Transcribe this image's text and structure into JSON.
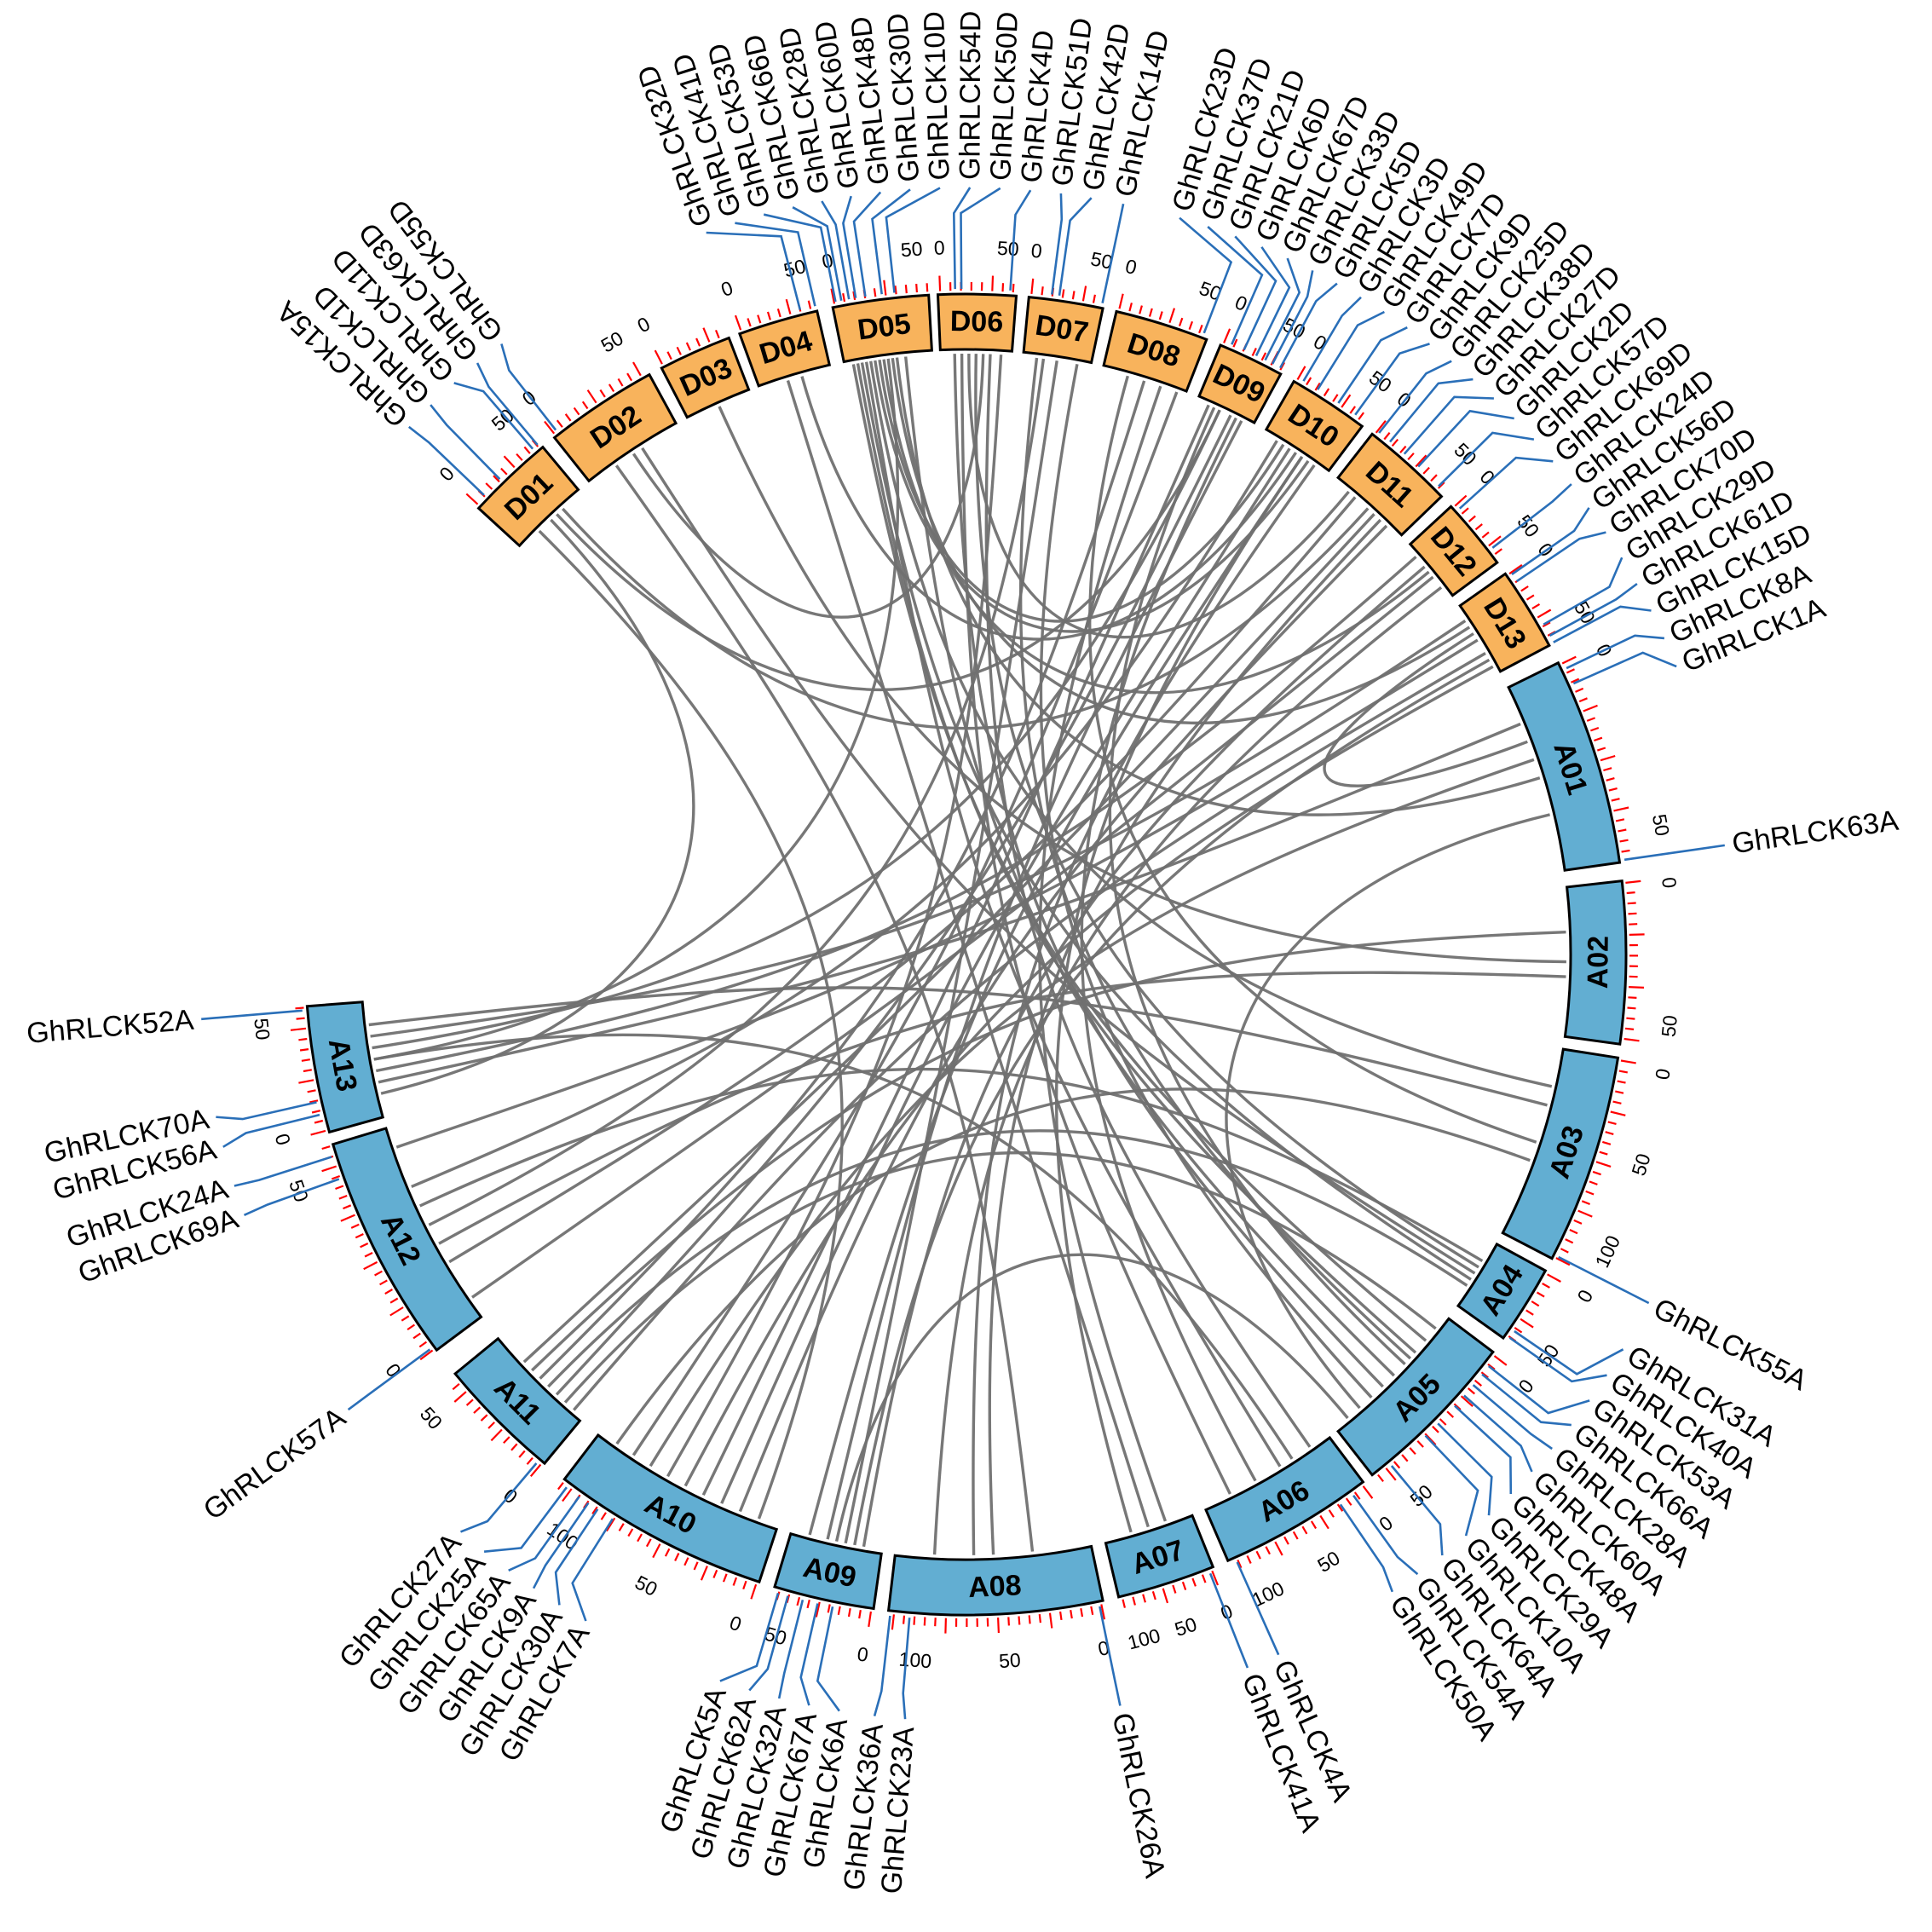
{
  "colors": {
    "a_chromosome": "#62aed2",
    "d_chromosome": "#f8b35c",
    "tick": "#ff0000",
    "gene_line": "#2a6fb8",
    "link": "#707070",
    "outline": "#000000"
  },
  "chromosomes": [
    {
      "id": "D01",
      "label": "D01",
      "genome": "D",
      "ticks": [
        "0",
        "50"
      ]
    },
    {
      "id": "D02",
      "label": "D02",
      "genome": "D",
      "ticks": [
        "0",
        "50"
      ]
    },
    {
      "id": "D03",
      "label": "D03",
      "genome": "D",
      "ticks": [
        "0"
      ]
    },
    {
      "id": "D04",
      "label": "D04",
      "genome": "D",
      "ticks": [
        "0",
        "50"
      ]
    },
    {
      "id": "D05",
      "label": "D05",
      "genome": "D",
      "ticks": [
        "0",
        "50"
      ]
    },
    {
      "id": "D06",
      "label": "D06",
      "genome": "D",
      "ticks": [
        "0",
        "50"
      ]
    },
    {
      "id": "D07",
      "label": "D07",
      "genome": "D",
      "ticks": [
        "0",
        "50"
      ]
    },
    {
      "id": "D08",
      "label": "D08",
      "genome": "D",
      "ticks": [
        "0",
        "50"
      ]
    },
    {
      "id": "D09",
      "label": "D09",
      "genome": "D",
      "ticks": [
        "0",
        "50"
      ]
    },
    {
      "id": "D10",
      "label": "D10",
      "genome": "D",
      "ticks": [
        "0",
        "50"
      ]
    },
    {
      "id": "D11",
      "label": "D11",
      "genome": "D",
      "ticks": [
        "0",
        "50"
      ]
    },
    {
      "id": "D12",
      "label": "D12",
      "genome": "D",
      "ticks": [
        "0",
        "50"
      ]
    },
    {
      "id": "D13",
      "label": "D13",
      "genome": "D",
      "ticks": [
        "0",
        "50"
      ]
    },
    {
      "id": "A01",
      "label": "A01",
      "genome": "A",
      "ticks": [
        "0",
        "50"
      ]
    },
    {
      "id": "A02",
      "label": "A02",
      "genome": "A",
      "ticks": [
        "0",
        "50"
      ]
    },
    {
      "id": "A03",
      "label": "A03",
      "genome": "A",
      "ticks": [
        "0",
        "50",
        "100"
      ]
    },
    {
      "id": "A04",
      "label": "A04",
      "genome": "A",
      "ticks": [
        "0",
        "50"
      ]
    },
    {
      "id": "A05",
      "label": "A05",
      "genome": "A",
      "ticks": [
        "0",
        "50"
      ]
    },
    {
      "id": "A06",
      "label": "A06",
      "genome": "A",
      "ticks": [
        "0",
        "50",
        "100"
      ]
    },
    {
      "id": "A07",
      "label": "A07",
      "genome": "A",
      "ticks": [
        "0",
        "50",
        "100"
      ]
    },
    {
      "id": "A08",
      "label": "A08",
      "genome": "A",
      "ticks": [
        "0",
        "50",
        "100"
      ]
    },
    {
      "id": "A09",
      "label": "A09",
      "genome": "A",
      "ticks": [
        "0",
        "50"
      ]
    },
    {
      "id": "A10",
      "label": "A10",
      "genome": "A",
      "ticks": [
        "0",
        "50",
        "100"
      ]
    },
    {
      "id": "A11",
      "label": "A11",
      "genome": "A",
      "ticks": [
        "0",
        "50"
      ]
    },
    {
      "id": "A12",
      "label": "A12",
      "genome": "A",
      "ticks": [
        "0",
        "50"
      ]
    },
    {
      "id": "A13",
      "label": "A13",
      "genome": "A",
      "ticks": [
        "0",
        "50"
      ]
    }
  ],
  "genes": [
    {
      "name": "GhRLCK55D",
      "chr": "D02",
      "pos": 0.05
    },
    {
      "name": "GhRLCK63D",
      "chr": "D01",
      "pos": 0.97
    },
    {
      "name": "GhRLCK11D",
      "chr": "D01",
      "pos": 0.9
    },
    {
      "name": "GhRLCK1D",
      "chr": "D01",
      "pos": 0.4
    },
    {
      "name": "GhRLCK15A",
      "chr": "D01",
      "pos": 0.15
    },
    {
      "name": "GhRLCK52A",
      "chr": "A13",
      "pos": 0.97
    },
    {
      "name": "GhRLCK70A",
      "chr": "A13",
      "pos": 0.25
    },
    {
      "name": "GhRLCK56A",
      "chr": "A13",
      "pos": 0.15
    },
    {
      "name": "GhRLCK24A",
      "chr": "A12",
      "pos": 0.95
    },
    {
      "name": "GhRLCK69A",
      "chr": "A12",
      "pos": 0.85
    },
    {
      "name": "GhRLCK57A",
      "chr": "A12",
      "pos": 0.02
    },
    {
      "name": "GhRLCK27A",
      "chr": "A11",
      "pos": 0.05
    },
    {
      "name": "GhRLCK25A",
      "chr": "A10",
      "pos": 0.97
    },
    {
      "name": "GhRLCK65A",
      "chr": "A10",
      "pos": 0.9
    },
    {
      "name": "GhRLCK9A",
      "chr": "A10",
      "pos": 0.85
    },
    {
      "name": "GhRLCK30A",
      "chr": "A10",
      "pos": 0.8
    },
    {
      "name": "GhRLCK7A",
      "chr": "A10",
      "pos": 0.72
    },
    {
      "name": "GhRLCK5A",
      "chr": "A09",
      "pos": 0.95
    },
    {
      "name": "GhRLCK62A",
      "chr": "A09",
      "pos": 0.85
    },
    {
      "name": "GhRLCK32A",
      "chr": "A09",
      "pos": 0.7
    },
    {
      "name": "GhRLCK67A",
      "chr": "A09",
      "pos": 0.55
    },
    {
      "name": "GhRLCK6A",
      "chr": "A09",
      "pos": 0.4
    },
    {
      "name": "GhRLCK36A",
      "chr": "A08",
      "pos": 0.99
    },
    {
      "name": "GhRLCK23A",
      "chr": "A08",
      "pos": 0.9
    },
    {
      "name": "GhRLCK26A",
      "chr": "A08",
      "pos": 0.02
    },
    {
      "name": "GhRLCK41A",
      "chr": "A07",
      "pos": 0.05
    },
    {
      "name": "GhRLCK4A",
      "chr": "A06",
      "pos": 0.95
    },
    {
      "name": "GhRLCK50A",
      "chr": "A06",
      "pos": 0.2
    },
    {
      "name": "GhRLCK54A",
      "chr": "A06",
      "pos": 0.1
    },
    {
      "name": "GhRLCK64A",
      "chr": "A05",
      "pos": 0.88
    },
    {
      "name": "GhRLCK10A",
      "chr": "A05",
      "pos": 0.62
    },
    {
      "name": "GhRLCK29A",
      "chr": "A05",
      "pos": 0.52
    },
    {
      "name": "GhRLCK48A",
      "chr": "A05",
      "pos": 0.38
    },
    {
      "name": "GhRLCK60A",
      "chr": "A05",
      "pos": 0.3
    },
    {
      "name": "GhRLCK28A",
      "chr": "A05",
      "pos": 0.22
    },
    {
      "name": "GhRLCK66A",
      "chr": "A05",
      "pos": 0.14
    },
    {
      "name": "GhRLCK53A",
      "chr": "A05",
      "pos": 0.08
    },
    {
      "name": "GhRLCK40A",
      "chr": "A04",
      "pos": 0.95
    },
    {
      "name": "GhRLCK31A",
      "chr": "A04",
      "pos": 0.85
    },
    {
      "name": "GhRLCK55A",
      "chr": "A03",
      "pos": 0.98
    },
    {
      "name": "GhRLCK63A",
      "chr": "A01",
      "pos": 0.99
    },
    {
      "name": "GhRLCK1A",
      "chr": "A01",
      "pos": 0.12
    },
    {
      "name": "GhRLCK8A",
      "chr": "A01",
      "pos": 0.04
    },
    {
      "name": "GhRLCK15D",
      "chr": "D13",
      "pos": 0.99
    },
    {
      "name": "GhRLCK61D",
      "chr": "D13",
      "pos": 0.9
    },
    {
      "name": "GhRLCK29D",
      "chr": "D13",
      "pos": 0.75
    },
    {
      "name": "GhRLCK70D",
      "chr": "D13",
      "pos": 0.15
    },
    {
      "name": "GhRLCK56D",
      "chr": "D13",
      "pos": 0.05
    },
    {
      "name": "GhRLCK24D",
      "chr": "D12",
      "pos": 0.8
    },
    {
      "name": "GhRLCK69D",
      "chr": "D12",
      "pos": 0.1
    },
    {
      "name": "GhRLCK57D",
      "chr": "D11",
      "pos": 0.9
    },
    {
      "name": "GhRLCK2D",
      "chr": "D11",
      "pos": 0.6
    },
    {
      "name": "GhRLCK27D",
      "chr": "D11",
      "pos": 0.4
    },
    {
      "name": "GhRLCK38D",
      "chr": "D11",
      "pos": 0.2
    },
    {
      "name": "GhRLCK25D",
      "chr": "D11",
      "pos": 0.05
    },
    {
      "name": "GhRLCK9D",
      "chr": "D10",
      "pos": 0.85
    },
    {
      "name": "GhRLCK7D",
      "chr": "D10",
      "pos": 0.6
    },
    {
      "name": "GhRLCK49D",
      "chr": "D10",
      "pos": 0.3
    },
    {
      "name": "GhRLCK3D",
      "chr": "D10",
      "pos": 0.1
    },
    {
      "name": "GhRLCK5D",
      "chr": "D09",
      "pos": 0.95
    },
    {
      "name": "GhRLCK33D",
      "chr": "D09",
      "pos": 0.82
    },
    {
      "name": "GhRLCK67D",
      "chr": "D09",
      "pos": 0.7
    },
    {
      "name": "GhRLCK6D",
      "chr": "D09",
      "pos": 0.55
    },
    {
      "name": "GhRLCK21D",
      "chr": "D09",
      "pos": 0.35
    },
    {
      "name": "GhRLCK37D",
      "chr": "D09",
      "pos": 0.15
    },
    {
      "name": "GhRLCK23D",
      "chr": "D08",
      "pos": 0.95
    },
    {
      "name": "GhRLCK14D",
      "chr": "D07",
      "pos": 0.98
    },
    {
      "name": "GhRLCK42D",
      "chr": "D07",
      "pos": 0.4
    },
    {
      "name": "GhRLCK51D",
      "chr": "D07",
      "pos": 0.3
    },
    {
      "name": "GhRLCK4D",
      "chr": "D06",
      "pos": 0.92
    },
    {
      "name": "GhRLCK50D",
      "chr": "D06",
      "pos": 0.3
    },
    {
      "name": "GhRLCK54D",
      "chr": "D06",
      "pos": 0.22
    },
    {
      "name": "GhRLCK10D",
      "chr": "D05",
      "pos": 0.65
    },
    {
      "name": "GhRLCK30D",
      "chr": "D05",
      "pos": 0.52
    },
    {
      "name": "GhRLCK48D",
      "chr": "D05",
      "pos": 0.35
    },
    {
      "name": "GhRLCK60D",
      "chr": "D05",
      "pos": 0.25
    },
    {
      "name": "GhRLCK28D",
      "chr": "D05",
      "pos": 0.18
    },
    {
      "name": "GhRLCK66D",
      "chr": "D05",
      "pos": 0.1
    },
    {
      "name": "GhRLCK53D",
      "chr": "D05",
      "pos": 0.04
    },
    {
      "name": "GhRLCK41D",
      "chr": "D04",
      "pos": 0.99
    },
    {
      "name": "GhRLCK32D",
      "chr": "D04",
      "pos": 0.8
    }
  ],
  "links": [
    [
      "D01",
      0.5,
      "A13",
      0.2
    ],
    [
      "D01",
      0.6,
      "D09",
      0.4
    ],
    [
      "D01",
      0.7,
      "D11",
      0.5
    ],
    [
      "D02",
      0.3,
      "A08",
      0.3
    ],
    [
      "D02",
      0.5,
      "D06",
      0.6
    ],
    [
      "D04",
      0.4,
      "A07",
      0.5
    ],
    [
      "D05",
      0.1,
      "A05",
      0.2
    ],
    [
      "D05",
      0.15,
      "A05",
      0.3
    ],
    [
      "D05",
      0.2,
      "A04",
      0.6
    ],
    [
      "D05",
      0.3,
      "A03",
      0.2
    ],
    [
      "D05",
      0.4,
      "D10",
      0.3
    ],
    [
      "D05",
      0.45,
      "D12",
      0.5
    ],
    [
      "D05",
      0.55,
      "D13",
      0.3
    ],
    [
      "D05",
      0.6,
      "A01",
      0.5
    ],
    [
      "D05",
      0.7,
      "A05",
      0.5
    ],
    [
      "D05",
      0.25,
      "A06",
      0.4
    ],
    [
      "D05",
      0.35,
      "D10",
      0.7
    ],
    [
      "D05",
      0.5,
      "A13",
      0.5
    ],
    [
      "D06",
      0.2,
      "A05",
      0.6
    ],
    [
      "D06",
      0.4,
      "D11",
      0.2
    ],
    [
      "D06",
      0.7,
      "A06",
      0.15
    ],
    [
      "D06",
      0.85,
      "A10",
      0.6
    ],
    [
      "D06",
      0.5,
      "A04",
      0.4
    ],
    [
      "D07",
      0.3,
      "A12",
      0.5
    ],
    [
      "D07",
      0.5,
      "A09",
      0.4
    ],
    [
      "D07",
      0.8,
      "A05",
      0.7
    ],
    [
      "D08",
      0.5,
      "A11",
      0.5
    ],
    [
      "D08",
      0.9,
      "A10",
      0.8
    ],
    [
      "D09",
      0.2,
      "A10",
      0.4
    ],
    [
      "D09",
      0.4,
      "A13",
      0.6
    ],
    [
      "D09",
      0.6,
      "A11",
      0.3
    ],
    [
      "D09",
      0.8,
      "A09",
      0.6
    ],
    [
      "D09",
      0.3,
      "A05",
      0.4
    ],
    [
      "D10",
      0.2,
      "A12",
      0.7
    ],
    [
      "D10",
      0.4,
      "A10",
      0.3
    ],
    [
      "D10",
      0.6,
      "A09",
      0.8
    ],
    [
      "D10",
      0.8,
      "A08",
      0.6
    ],
    [
      "D10",
      0.5,
      "D04",
      0.6
    ],
    [
      "D11",
      0.3,
      "A12",
      0.3
    ],
    [
      "D11",
      0.6,
      "A11",
      0.7
    ],
    [
      "D11",
      0.8,
      "A10",
      0.2
    ],
    [
      "D12",
      0.2,
      "A13",
      0.4
    ],
    [
      "D12",
      0.6,
      "A12",
      0.1
    ],
    [
      "D12",
      0.4,
      "A09",
      0.2
    ],
    [
      "D13",
      0.2,
      "A13",
      0.7
    ],
    [
      "D13",
      0.5,
      "A12",
      0.9
    ],
    [
      "D13",
      0.7,
      "A11",
      0.1
    ],
    [
      "D13",
      0.9,
      "A10",
      0.5
    ],
    [
      "D13",
      0.4,
      "A01",
      0.3
    ],
    [
      "A01",
      0.2,
      "A13",
      0.3
    ],
    [
      "A01",
      0.4,
      "A10",
      0.7
    ],
    [
      "A01",
      0.7,
      "A05",
      0.8
    ],
    [
      "A02",
      0.3,
      "A11",
      0.6
    ],
    [
      "A02",
      0.6,
      "A12",
      0.4
    ],
    [
      "A02",
      0.5,
      "D03",
      0.5
    ],
    [
      "A03",
      0.3,
      "A13",
      0.8
    ],
    [
      "A03",
      0.6,
      "A10",
      0.9
    ],
    [
      "A03",
      0.5,
      "D08",
      0.3
    ],
    [
      "A04",
      0.3,
      "A12",
      0.6
    ],
    [
      "A04",
      0.7,
      "A11",
      0.4
    ],
    [
      "A04",
      0.5,
      "D02",
      0.6
    ],
    [
      "A05",
      0.1,
      "A11",
      0.2
    ],
    [
      "A05",
      0.9,
      "A09",
      0.5
    ],
    [
      "A05",
      0.35,
      "D07",
      0.2
    ],
    [
      "A06",
      0.3,
      "A13",
      0.5
    ],
    [
      "A06",
      0.6,
      "D09",
      0.7
    ],
    [
      "A06",
      0.8,
      "D06",
      0.3
    ],
    [
      "A07",
      0.3,
      "D08",
      0.7
    ],
    [
      "A07",
      0.7,
      "D10",
      0.6
    ],
    [
      "A08",
      0.5,
      "D11",
      0.7
    ],
    [
      "A08",
      0.8,
      "D12",
      0.8
    ],
    [
      "A09",
      0.3,
      "D13",
      0.8
    ],
    [
      "A10",
      0.1,
      "D01",
      0.3
    ]
  ]
}
